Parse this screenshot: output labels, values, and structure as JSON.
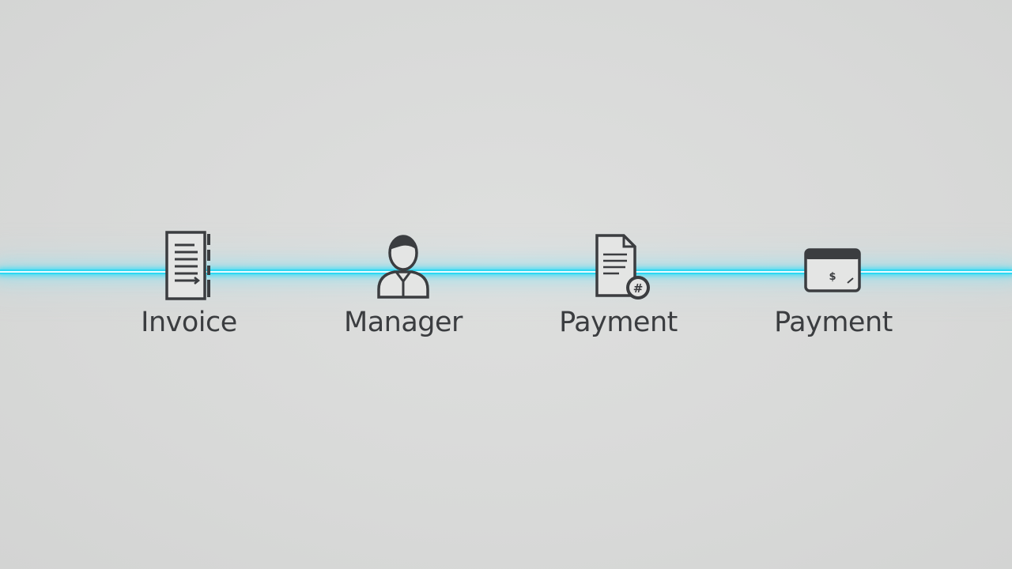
{
  "flow": {
    "steps": [
      {
        "label": "Invoice",
        "icon": "invoice-document-icon"
      },
      {
        "label": "Manager",
        "icon": "manager-person-icon"
      },
      {
        "label": "Payment",
        "icon": "payment-document-hash-icon"
      },
      {
        "label": "Payment",
        "icon": "payment-card-icon"
      }
    ]
  },
  "colors": {
    "line": "#2ed7f2",
    "icon_stroke": "#3b3d40",
    "background": "#d9dad9"
  }
}
